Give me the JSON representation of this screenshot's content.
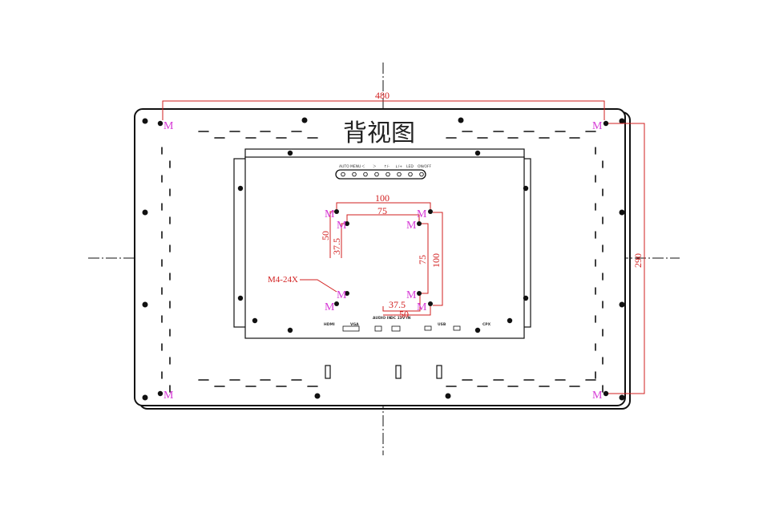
{
  "title": "背视图",
  "dimensions": {
    "outer_width": "480",
    "outer_height": "290",
    "vesa_100_width": "100",
    "vesa_75_width": "75",
    "vesa_100_height": "100",
    "vesa_75_height": "75",
    "offset_50_left": "50",
    "offset_37_5_left": "37.5",
    "offset_37_5_bottom": "37.5",
    "offset_50_bottom": "50"
  },
  "mount_label": "M",
  "screw_spec": "M4-24X",
  "buttons": [
    "AUTO",
    "MENU",
    "＜",
    "＞",
    "↑/-",
    "↓/+",
    "LED",
    "ON/OFF"
  ],
  "ports": [
    "HDMI",
    "VGA",
    "AUDIO IN",
    "DC 12V IN",
    "USB",
    "CPX"
  ],
  "colors": {
    "dimension": "#d21f1f",
    "mount": "#d63ad6",
    "line": "#111111"
  }
}
